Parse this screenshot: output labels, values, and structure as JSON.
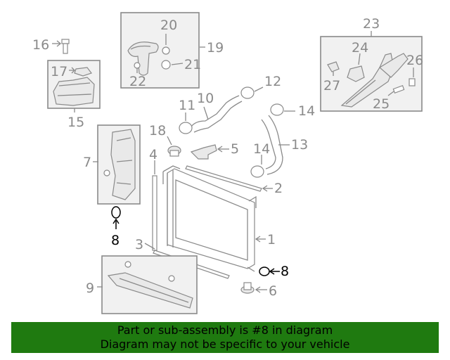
{
  "labels": {
    "n1": "1",
    "n2": "2",
    "n3": "3",
    "n4": "4",
    "n5": "5",
    "n6": "6",
    "n7": "7",
    "n8a": "8",
    "n8b": "8",
    "n9": "9",
    "n10": "10",
    "n11": "11",
    "n12": "12",
    "n13": "13",
    "n14a": "14",
    "n14b": "14",
    "n15": "15",
    "n16": "16",
    "n17": "17",
    "n18": "18",
    "n19": "19",
    "n20": "20",
    "n21": "21",
    "n22": "22",
    "n23": "23",
    "n24": "24",
    "n25": "25",
    "n26": "26",
    "n27": "27"
  },
  "highlight_part": "8",
  "colors": {
    "banner": "#1f7a10",
    "highlight": "#000000",
    "parts": "#8a8a8a"
  },
  "footer": {
    "line1": "Part or sub-assembly is #8 in diagram",
    "line2": "Diagram may not be specific to your vehicle"
  }
}
